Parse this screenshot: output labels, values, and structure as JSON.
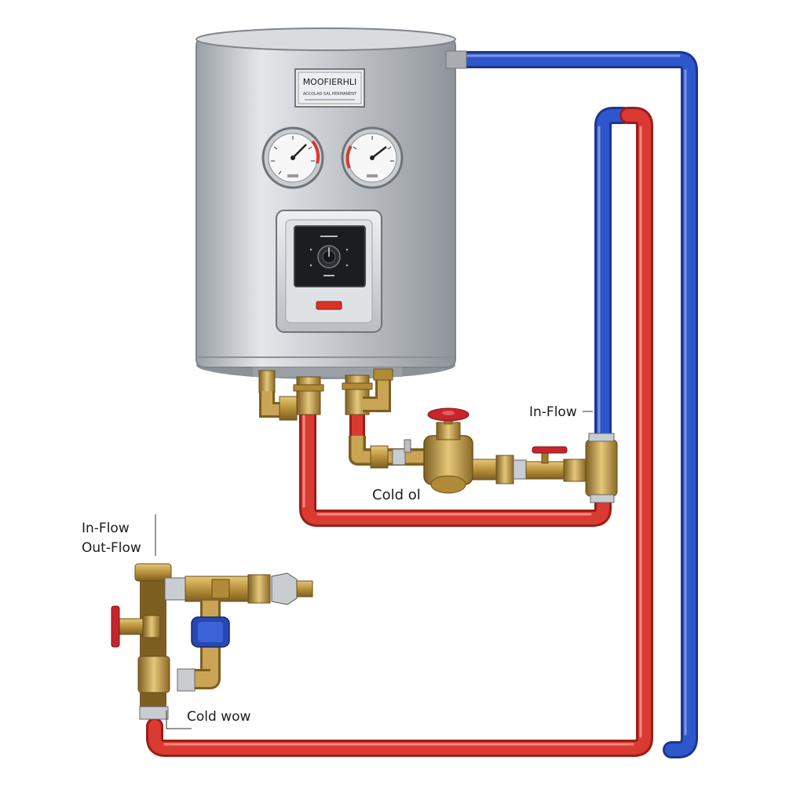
{
  "heater": {
    "brand": "MOOFIERHLI",
    "plate_subtitle": "ACCOLAD SAL PERMANENT"
  },
  "labels": {
    "inflow_right": "In-Flow",
    "cold_top": "Cold ol",
    "inflow_left": "In-Flow",
    "outflow_left": "Out-Flow",
    "cold_bottom": "Cold wow"
  },
  "colors": {
    "hot_pipe": "#d8352f",
    "cold_pipe": "#2a4db8",
    "brass": "#b8923a",
    "tank": "#c9cdd2",
    "valve_handle": "#c8242c"
  }
}
